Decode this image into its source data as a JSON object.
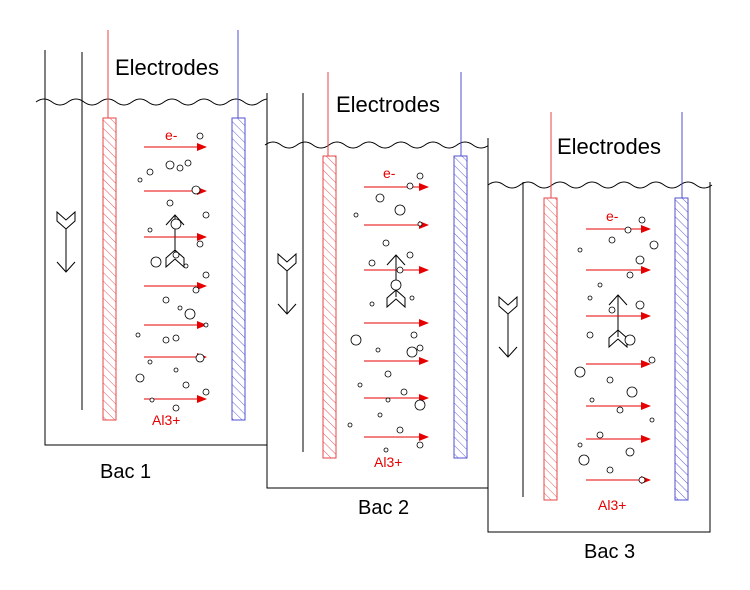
{
  "colors": {
    "anode": "#e64646",
    "cathode": "#5050d2",
    "arrow": "#e60000",
    "line": "#000000",
    "bubble": "#000000"
  },
  "tanks": [
    {
      "electrodes_label": "Electrodes",
      "electron_label": "e-",
      "ion_label": "Al3+",
      "caption": "Bac 1"
    },
    {
      "electrodes_label": "Electrodes",
      "electron_label": "e-",
      "ion_label": "Al3+",
      "caption": "Bac 2"
    },
    {
      "electrodes_label": "Electrodes",
      "electron_label": "e-",
      "ion_label": "Al3+",
      "caption": "Bac 3"
    }
  ]
}
